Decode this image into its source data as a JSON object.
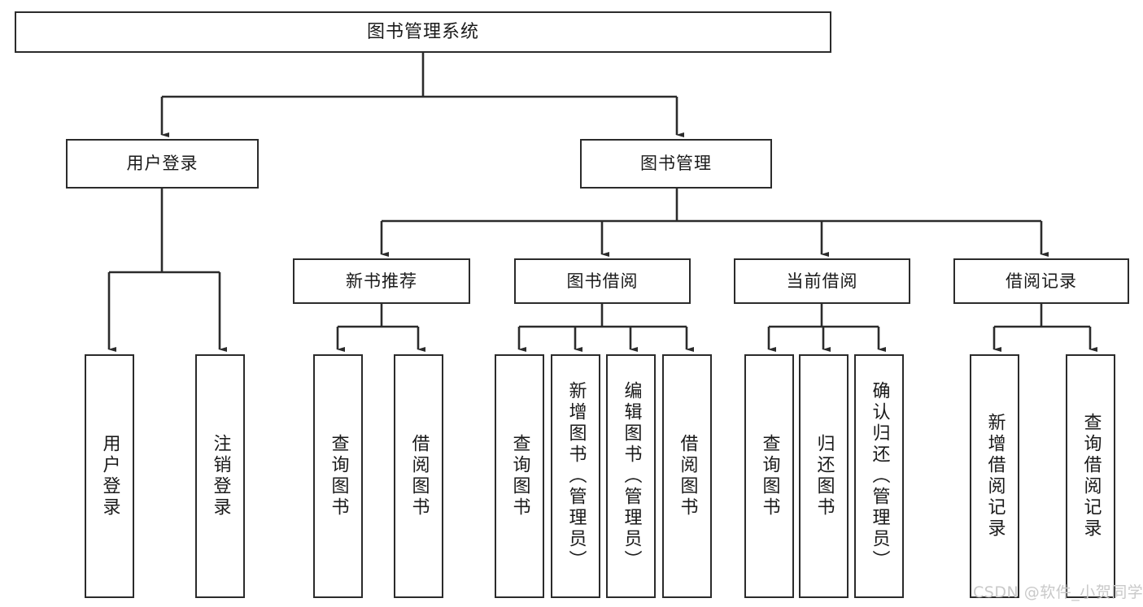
{
  "diagram": {
    "title": "图书管理系统",
    "type": "functional-structure-tree",
    "orientation": "top-down",
    "line_color": "#2b2b2b",
    "box_fill": "#ffffff",
    "canvas_background": "#ffffff",
    "watermark": "CSDN @软件_小贺同学",
    "watermark_color": "#c9c9c9"
  },
  "nodes": {
    "root": {
      "label": "图书管理系统",
      "level": 0
    },
    "level1": [
      {
        "id": "user-login",
        "label": "用户登录"
      },
      {
        "id": "book-management",
        "label": "图书管理"
      }
    ],
    "level2": [
      {
        "id": "new-book-recommend",
        "label": "新书推荐",
        "parent": "book-management"
      },
      {
        "id": "book-borrow",
        "label": "图书借阅",
        "parent": "book-management"
      },
      {
        "id": "current-borrow",
        "label": "当前借阅",
        "parent": "book-management"
      },
      {
        "id": "borrow-record",
        "label": "借阅记录",
        "parent": "book-management"
      }
    ],
    "leaves": {
      "user-login": [
        {
          "id": "leaf-user-login",
          "label": "用户登录"
        },
        {
          "id": "leaf-user-logout",
          "label": "注销登录"
        }
      ],
      "new-book-recommend": [
        {
          "id": "leaf-query-book-1",
          "label": "查询图书"
        },
        {
          "id": "leaf-borrow-book-1",
          "label": "借阅图书"
        }
      ],
      "book-borrow": [
        {
          "id": "leaf-query-book-2",
          "label": "查询图书"
        },
        {
          "id": "leaf-add-book",
          "label": "新增图书（管理员）"
        },
        {
          "id": "leaf-edit-book",
          "label": "编辑图书（管理员）"
        },
        {
          "id": "leaf-borrow-book-2",
          "label": "借阅图书"
        }
      ],
      "current-borrow": [
        {
          "id": "leaf-query-book-3",
          "label": "查询图书"
        },
        {
          "id": "leaf-return-book",
          "label": "归还图书"
        },
        {
          "id": "leaf-confirm-return",
          "label": "确认归还（管理员）"
        }
      ],
      "borrow-record": [
        {
          "id": "leaf-add-record",
          "label": "新增借阅记录"
        },
        {
          "id": "leaf-query-record",
          "label": "查询借阅记录"
        }
      ]
    }
  }
}
